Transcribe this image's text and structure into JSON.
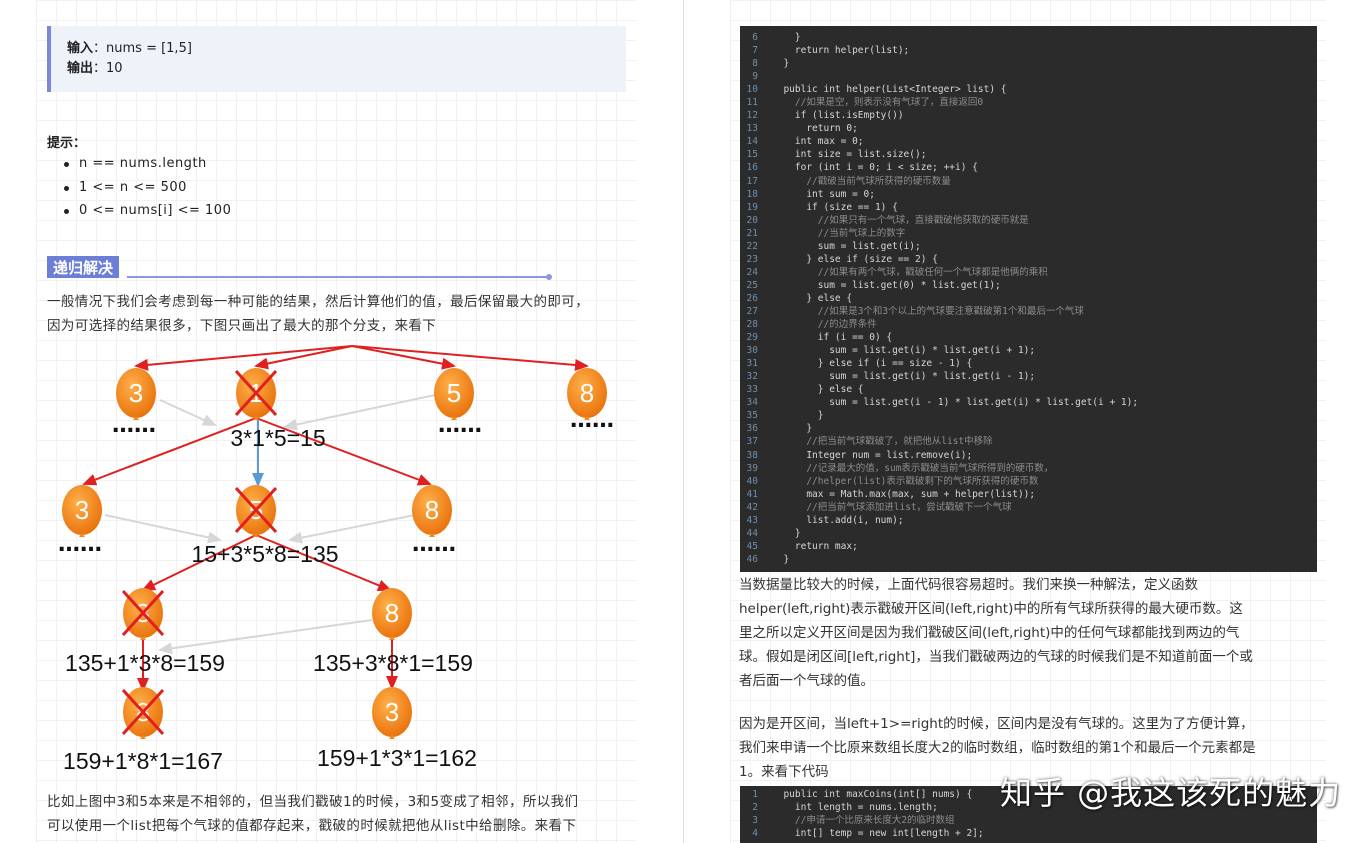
{
  "left": {
    "example": {
      "input_label": "输入",
      "input_value": "：nums = [1,5]",
      "output_label": "输出",
      "output_value": "：10"
    },
    "hint_title": "提示：",
    "hints": [
      "n == nums.length",
      "1 <= n <= 500",
      "0 <= nums[i] <= 100"
    ],
    "heading": "递归解决",
    "para1": [
      "一般情况下我们会考虑到每一种可能的结果，然后计算他们的值，最后保留最大的即可，",
      "因为可选择的结果很多，下图只画出了最大的那个分支，来看下"
    ],
    "para2": [
      "比如上图中3和5本来是不相邻的，但当我们戳破1的时候，3和5变成了相邻，所以我们",
      "可以使用一个list把每个气球的值都存起来，戳破的时候就把他从list中给删除。来看下"
    ]
  },
  "diagram": {
    "balloon_color": "#f08a1c",
    "cross_color": "#e02020",
    "balloons": [
      {
        "label": "3",
        "crossed": false
      },
      {
        "label": "1",
        "crossed": true
      },
      {
        "label": "5",
        "crossed": false
      },
      {
        "label": "8",
        "crossed": false
      },
      {
        "label": "3",
        "crossed": false
      },
      {
        "label": "5",
        "crossed": true
      },
      {
        "label": "8",
        "crossed": false
      },
      {
        "label": "3",
        "crossed": true
      },
      {
        "label": "8",
        "crossed": false
      },
      {
        "label": "8",
        "crossed": true
      },
      {
        "label": "3",
        "crossed": false
      }
    ],
    "ellipsis": "……",
    "expressions": [
      "3*1*5=15",
      "15+3*5*8=135",
      "135+1*3*8=159",
      "135+3*8*1=159",
      "159+1*8*1=167",
      "159+1*3*1=162"
    ]
  },
  "right": {
    "code1_start": 6,
    "code1": [
      "    }",
      "    return helper(list);",
      "  }",
      "",
      "  public int helper(List<Integer> list) {",
      "    //如果是空，则表示没有气球了，直接返回0",
      "    if (list.isEmpty())",
      "      return 0;",
      "    int max = 0;",
      "    int size = list.size();",
      "    for (int i = 0; i < size; ++i) {",
      "      //戳破当前气球所获得的硬币数量",
      "      int sum = 0;",
      "      if (size == 1) {",
      "        //如果只有一个气球，直接戳破他获取的硬币就是",
      "        //当前气球上的数字",
      "        sum = list.get(i);",
      "      } else if (size == 2) {",
      "        //如果有两个气球，戳破任何一个气球都是他俩的乘积",
      "        sum = list.get(0) * list.get(1);",
      "      } else {",
      "        //如果是3个和3个以上的气球要注意戳破第1个和最后一个气球",
      "        //的边界条件",
      "        if (i == 0) {",
      "          sum = list.get(i) * list.get(i + 1);",
      "        } else if (i == size - 1) {",
      "          sum = list.get(i) * list.get(i - 1);",
      "        } else {",
      "          sum = list.get(i - 1) * list.get(i) * list.get(i + 1);",
      "        }",
      "      }",
      "      //把当前气球戳破了，就把他从list中移除",
      "      Integer num = list.remove(i);",
      "      //记录最大的值，sum表示戳破当前气球所得到的硬币数，",
      "      //helper(list)表示戳破剩下的气球所获得的硬币数",
      "      max = Math.max(max, sum + helper(list));",
      "      //把当前气球添加进list，尝试戳破下一个气球",
      "      list.add(i, num);",
      "    }",
      "    return max;",
      "  }"
    ],
    "para1": [
      "当数据量比较大的时候，上面代码很容易超时。我们来换一种解法，定义函数",
      "helper(left,right)表示戳破开区间(left,right)中的所有气球所获得的最大硬币数。这",
      "里之所以定义开区间是因为我们戳破区间(left,right)中的任何气球都能找到两边的气",
      "球。假如是闭区间[left,right]，当我们戳破两边的气球的时候我们是不知道前面一个或",
      "者后面一个气球的值。"
    ],
    "para2": [
      "因为是开区间，当left+1>=right的时候，区间内是没有气球的。这里为了方便计算，",
      "我们来申请一个比原来数组长度大2的临时数组，临时数组的第1个和最后一个元素都是",
      "1。来看下代码"
    ],
    "code2_start": 1,
    "code2": [
      "  public int maxCoins(int[] nums) {",
      "    int length = nums.length;",
      "    //申请一个比原来长度大2的临时数组",
      "    int[] temp = new int[length + 2];"
    ],
    "watermark": "知乎 @我这该死的魅力"
  }
}
